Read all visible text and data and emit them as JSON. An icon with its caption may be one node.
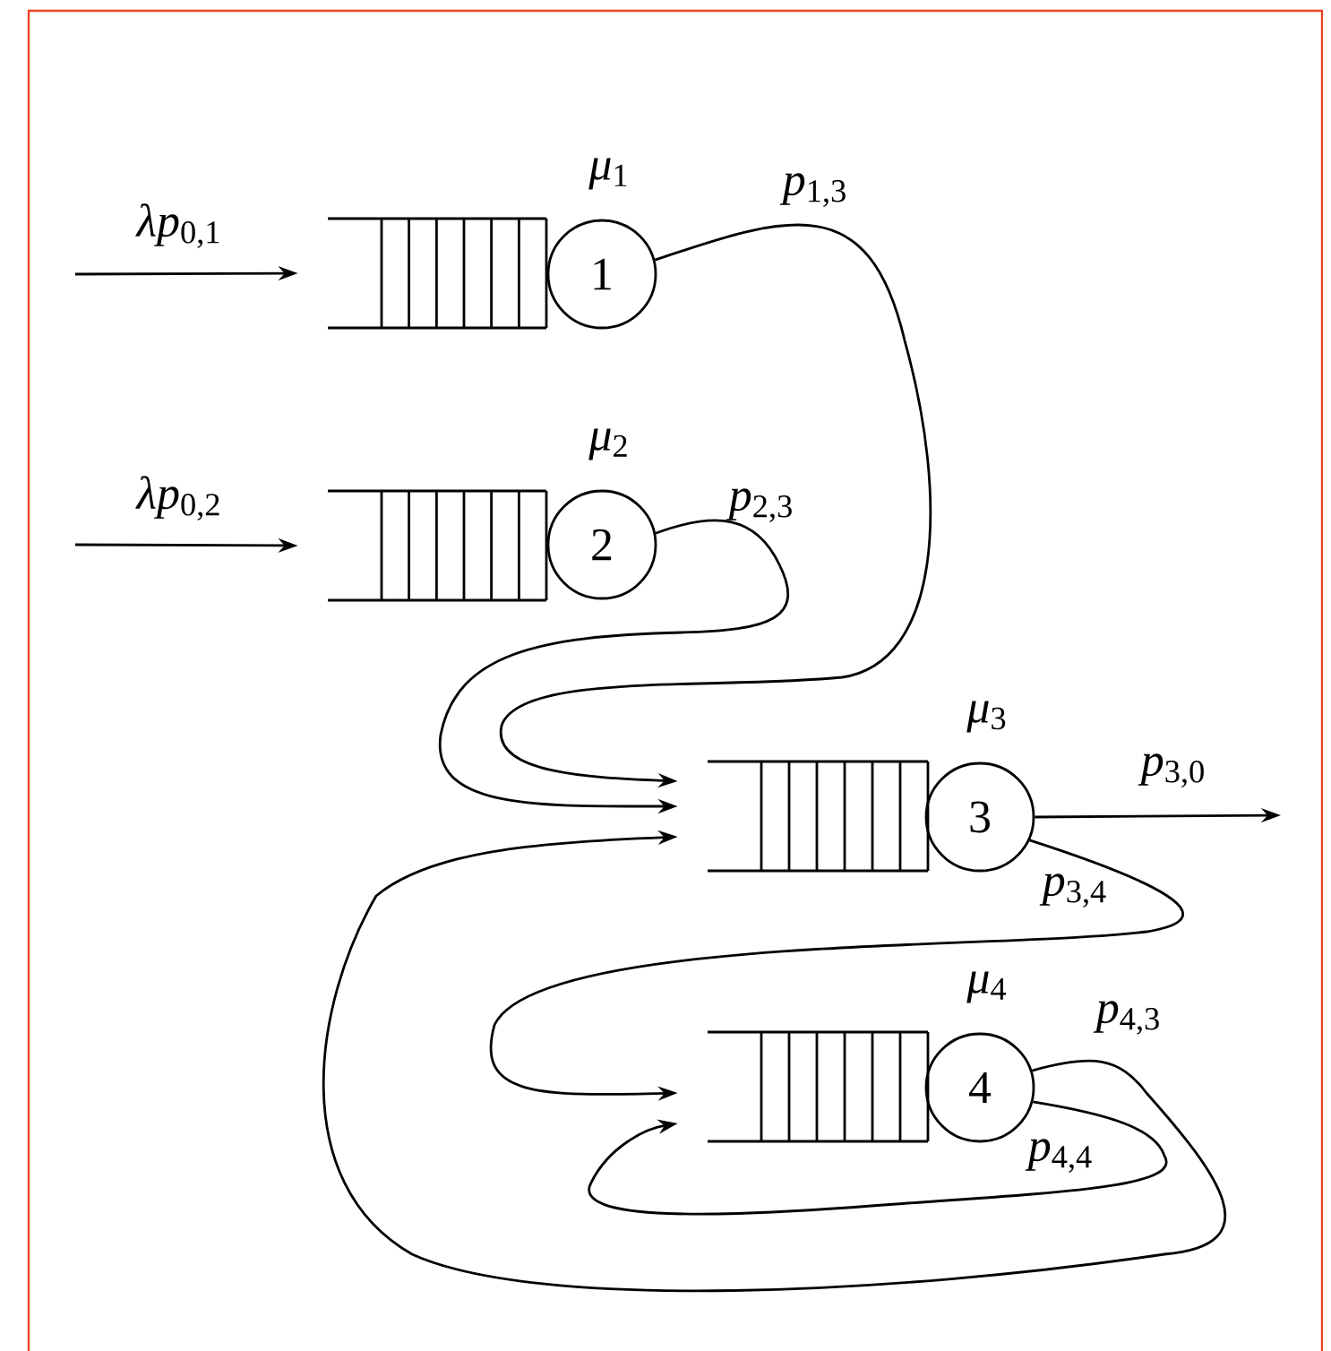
{
  "diagram": {
    "nodes": [
      {
        "text": [],
        "shape": "box"
      },
      {
        "text": [
          "1"
        ],
        "beside": [
          "*μ*$_{1}$"
        ]
      },
      {
        "text": [],
        "shape": "box"
      },
      {
        "text": [
          "2"
        ],
        "beside": [
          "*μ*$_{2}$"
        ]
      },
      {
        "text": [],
        "shape": "box"
      },
      {
        "text": [
          "3"
        ],
        "beside": [
          "*μ*$_{3}$"
        ]
      },
      {
        "text": [],
        "shape": "box"
      },
      {
        "text": [
          "4"
        ],
        "beside": [
          "*μ*$_{4}$"
        ]
      }
    ],
    "edges": [
      {
        "from": null,
        "to": 0,
        "arrow": "to",
        "label": "*λp*$_{0,1}$"
      },
      {
        "from": null,
        "to": 2,
        "arrow": "to",
        "label": "*λp*$_{0,2}$"
      },
      {
        "from": 1,
        "to": 4,
        "arrow": "to",
        "label": "*p*$_{1,3}$"
      },
      {
        "from": 3,
        "to": 4,
        "arrow": "to",
        "label": "*p*$_{2,3}$"
      },
      {
        "from": 5,
        "to": null,
        "arrow": "to",
        "label": "*p*$_{3,0}$"
      },
      {
        "from": 5,
        "to": 6,
        "arrow": "to",
        "label": "*p*$_{3,4}$"
      },
      {
        "from": 7,
        "to": 4,
        "arrow": "to",
        "label": "*p*$_{4,3}$"
      },
      {
        "from": 7,
        "to": 6,
        "arrow": "to",
        "label": "*p*$_{4,4}$"
      }
    ]
  }
}
